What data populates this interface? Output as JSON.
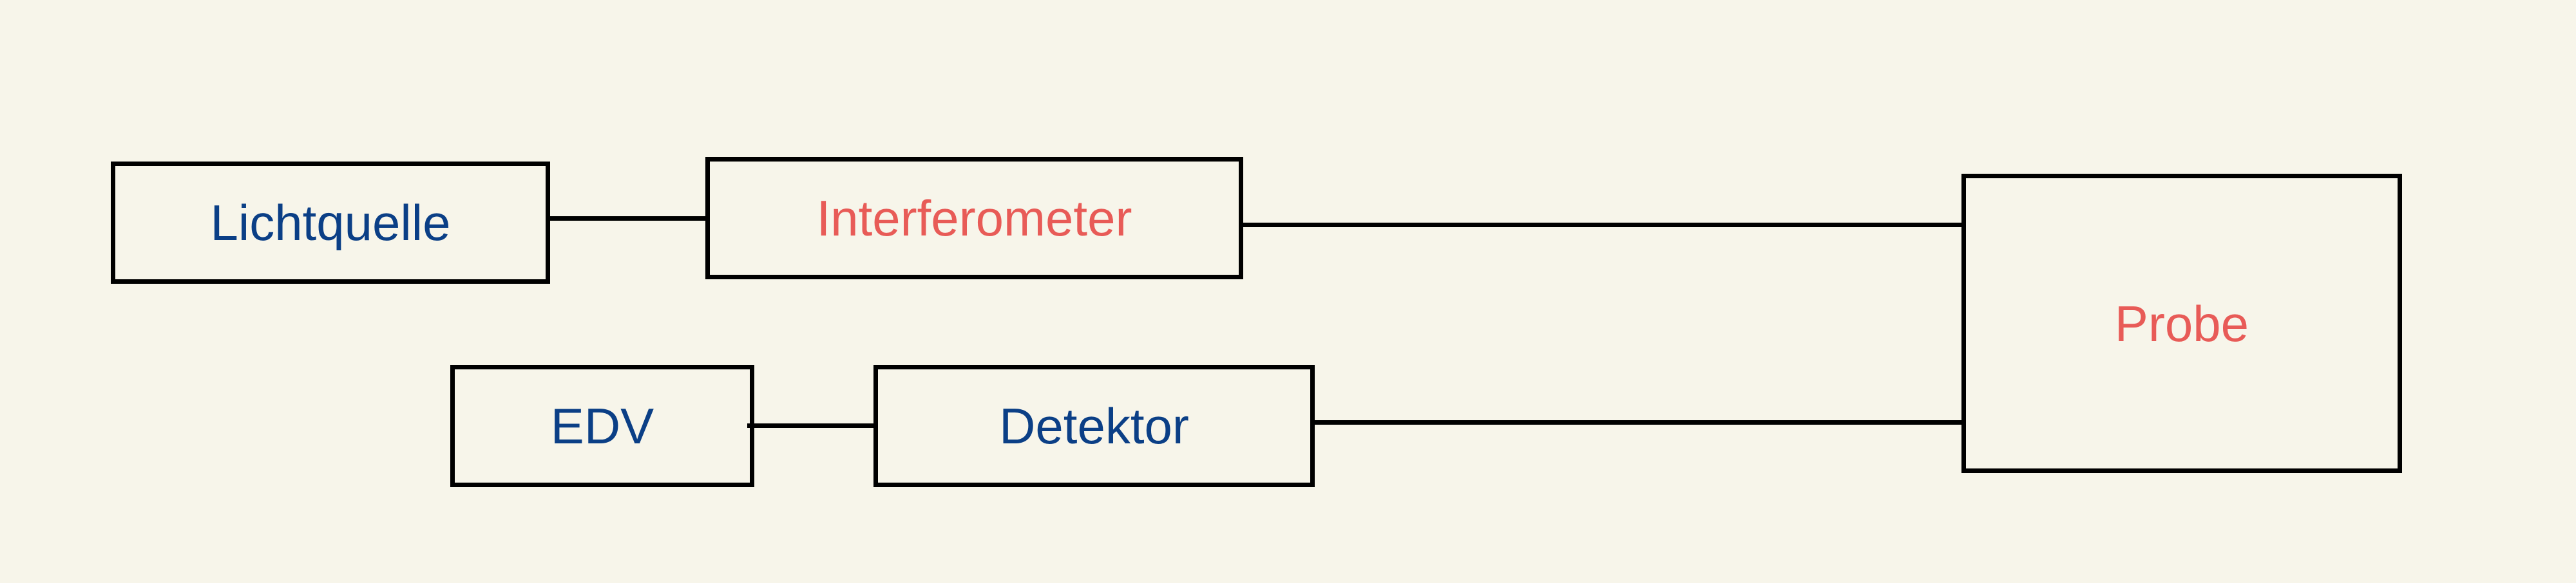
{
  "diagram": {
    "nodes": [
      {
        "id": "lichtquelle",
        "label": "Lichtquelle",
        "color": "#0b3f86"
      },
      {
        "id": "interferometer",
        "label": "Interferometer",
        "color": "#e85b57"
      },
      {
        "id": "probe",
        "label": "Probe",
        "color": "#e85b57"
      },
      {
        "id": "edv",
        "label": "EDV",
        "color": "#0b3f86"
      },
      {
        "id": "detektor",
        "label": "Detektor",
        "color": "#0b3f86"
      }
    ],
    "connections": [
      {
        "from": "Lichtquelle",
        "to": "Interferometer"
      },
      {
        "from": "Interferometer",
        "to": "Probe"
      },
      {
        "from": "Detektor",
        "to": "Probe"
      },
      {
        "from": "EDV",
        "to": "Detektor"
      }
    ],
    "colors": {
      "background": "#f7f5ea",
      "stroke": "#000000"
    }
  }
}
